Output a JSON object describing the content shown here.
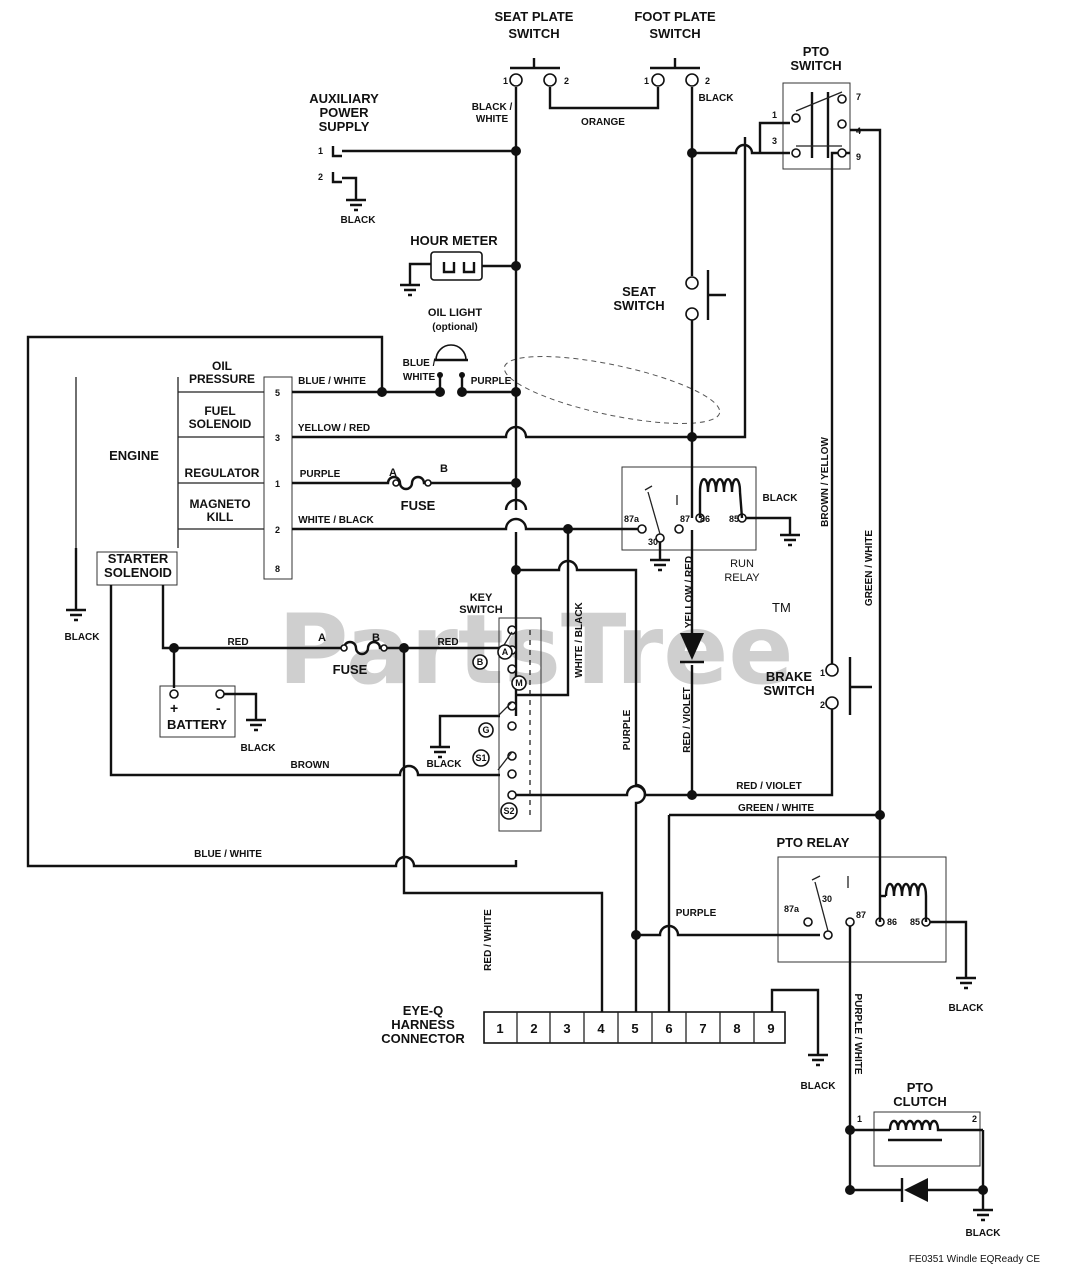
{
  "components": {
    "seat_plate_switch": [
      "SEAT PLATE",
      "SWITCH"
    ],
    "foot_plate_switch": [
      "FOOT PLATE",
      "SWITCH"
    ],
    "pto_switch": [
      "PTO",
      "SWITCH"
    ],
    "aux_power": [
      "AUXILIARY",
      "POWER",
      "SUPPLY"
    ],
    "hour_meter": "HOUR METER",
    "oil_light": [
      "OIL LIGHT",
      "(optional)"
    ],
    "seat_switch": [
      "SEAT",
      "SWITCH"
    ],
    "engine": "ENGINE",
    "oil_pressure": [
      "OIL",
      "PRESSURE"
    ],
    "fuel_solenoid": [
      "FUEL",
      "SOLENOID"
    ],
    "regulator": "REGULATOR",
    "magneto_kill": [
      "MAGNETO",
      "KILL"
    ],
    "starter_solenoid": [
      "STARTER",
      "SOLENOID"
    ],
    "fuse": "FUSE",
    "run_relay": [
      "RUN",
      "RELAY"
    ],
    "key_switch": [
      "KEY",
      "SWITCH"
    ],
    "battery": "BATTERY",
    "brake_switch": [
      "BRAKE",
      "SWITCH"
    ],
    "pto_relay": "PTO RELAY",
    "eyeq_connector": [
      "EYE-Q",
      "HARNESS",
      "CONNECTOR"
    ],
    "pto_clutch": [
      "PTO",
      "CLUTCH"
    ]
  },
  "wire_labels": {
    "black_white": [
      "BLACK /",
      "WHITE"
    ],
    "orange": "ORANGE",
    "black": "BLACK",
    "blue_white": "BLUE / WHITE",
    "blue_white_stacked": [
      "BLUE /",
      "WHITE"
    ],
    "purple": "PURPLE",
    "yellow_red": "YELLOW / RED",
    "white_black": "WHITE / BLACK",
    "red": "RED",
    "brown": "BROWN",
    "white_black_v": "WHITE / BLACK",
    "yellow_red_v": "YELLOW / RED",
    "red_violet_v": "RED / VIOLET",
    "red_violet": "RED / VIOLET",
    "green_white": "GREEN / WHITE",
    "brown_yellow_v": "BROWN / YELLOW",
    "green_white_v": "GREEN / WHITE",
    "red_white_v": "RED / WHITE",
    "purple_white_v": "PURPLE / WHITE"
  },
  "pins": {
    "p1": "1",
    "p2": "2",
    "p3": "3",
    "p4": "4",
    "p5": "5",
    "p7": "7",
    "p8": "8",
    "p9": "9",
    "r87a": "87a",
    "r30": "30",
    "r87": "87",
    "r86": "86",
    "r85": "85",
    "fuse_a": "A",
    "fuse_b": "B",
    "plus": "+",
    "minus": "-"
  },
  "key_switch_terminals": [
    "B",
    "A",
    "M",
    "G",
    "S1",
    "S2"
  ],
  "connector_pins": [
    "1",
    "2",
    "3",
    "4",
    "5",
    "6",
    "7",
    "8",
    "9"
  ],
  "watermark": {
    "text": "PartsTree",
    "tm": "TM"
  },
  "footer_code": "FE0351 Windle EQReady CE"
}
